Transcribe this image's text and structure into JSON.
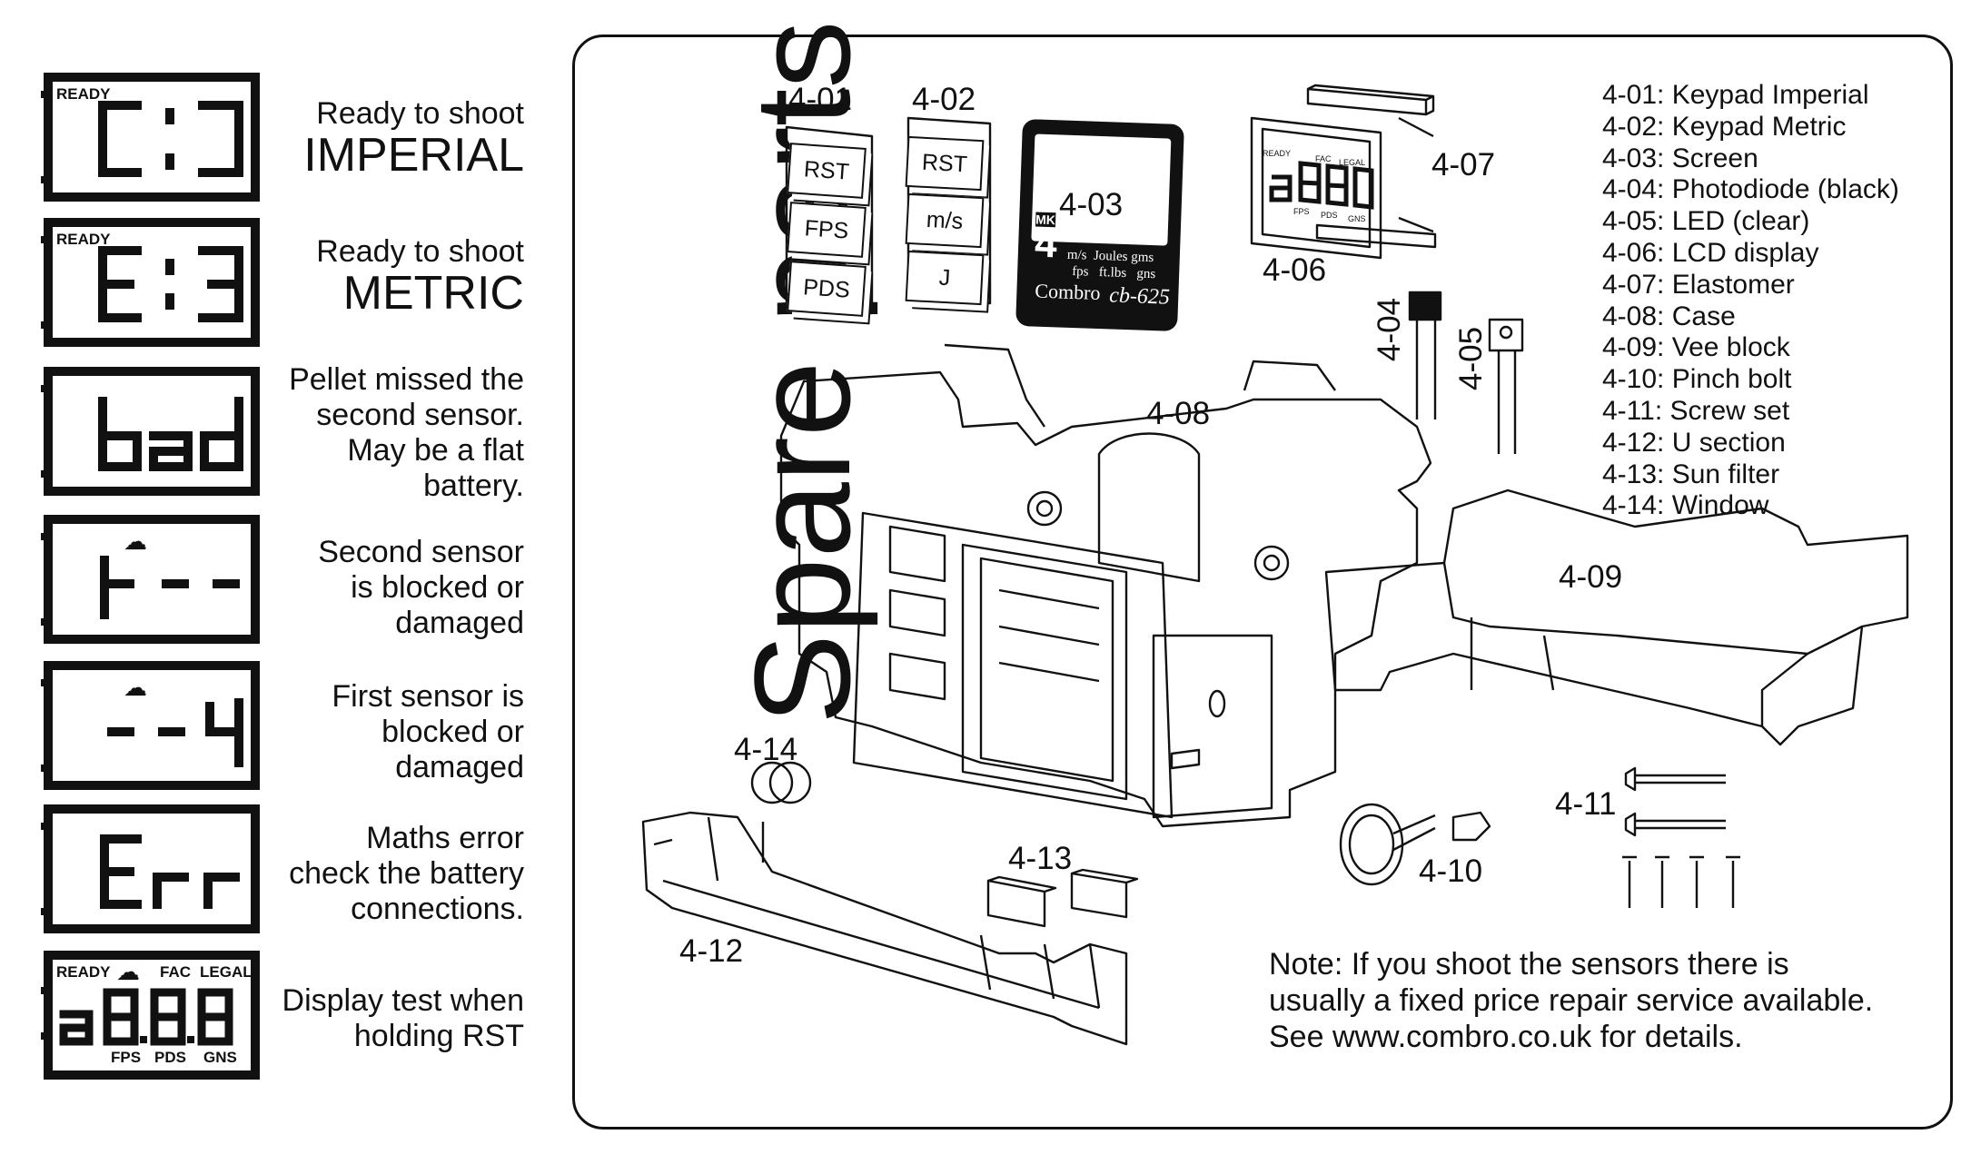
{
  "lcd_messages": [
    {
      "indicator": "READY",
      "display": "C:J",
      "desc_lines": [
        "Ready to shoot"
      ],
      "desc_big": "IMPERIAL"
    },
    {
      "indicator": "READY",
      "display": "E:3",
      "desc_lines": [
        "Ready to shoot"
      ],
      "desc_big": "METRIC"
    },
    {
      "indicator": "",
      "display": "bAd",
      "desc_lines": [
        "Pellet missed the",
        "second sensor.",
        "May be a flat",
        "battery."
      ],
      "desc_big": ""
    },
    {
      "indicator": "",
      "display": "|- - -",
      "desc_lines": [
        "Second sensor",
        "is  blocked or",
        "damaged"
      ],
      "desc_big": ""
    },
    {
      "indicator": "",
      "display": "- - 4",
      "desc_lines": [
        "First sensor is",
        "blocked or",
        "damaged"
      ],
      "desc_big": ""
    },
    {
      "indicator": "",
      "display": "Err",
      "desc_lines": [
        "Maths error",
        "check the battery",
        "connections."
      ],
      "desc_big": ""
    },
    {
      "indicator": "READY",
      "display": "a8.8.8",
      "desc_lines": [
        "Display test when",
        "holding RST"
      ],
      "desc_big": ""
    }
  ],
  "display_test": {
    "fac": "FAC",
    "legal": "LEGAL",
    "fps": "FPS",
    "pds": "PDS",
    "gns": "GNS"
  },
  "title": "Spare parts",
  "part_labels": [
    "4-01",
    "4-02",
    "4-03",
    "4-04",
    "4-05",
    "4-06",
    "4-07",
    "4-08",
    "4-09",
    "4-10",
    "4-11",
    "4-12",
    "4-13",
    "4-14"
  ],
  "keypad_imperial": [
    "RST",
    "FPS",
    "PDS"
  ],
  "keypad_metric": [
    "RST",
    "m/s",
    "J"
  ],
  "screen_text": {
    "mk": "MK",
    "four": "4",
    "line1": "m/s  Joules gms",
    "line2": "fps   ft.lbs   gns",
    "brand": "Combro",
    "model": "cb-625"
  },
  "lcd_part": {
    "ready": "READY",
    "fac": "FAC",
    "legal": "LEGAL",
    "digits": "a8.8.8",
    "fps": "FPS",
    "pds": "PDS",
    "gns": "GNS"
  },
  "legend": [
    "4-01: Keypad Imperial",
    "4-02: Keypad Metric",
    "4-03: Screen",
    "4-04: Photodiode (black)",
    "4-05: LED (clear)",
    "4-06: LCD display",
    "4-07: Elastomer",
    "4-08: Case",
    "4-09: Vee block",
    "4-10: Pinch bolt",
    "4-11: Screw set",
    "4-12: U section",
    "4-13: Sun filter",
    "4-14: Window"
  ],
  "note_lines": [
    "Note: If you shoot the sensors there is",
    "usually a fixed price repair service available.",
    "See www.combro.co.uk for details."
  ]
}
